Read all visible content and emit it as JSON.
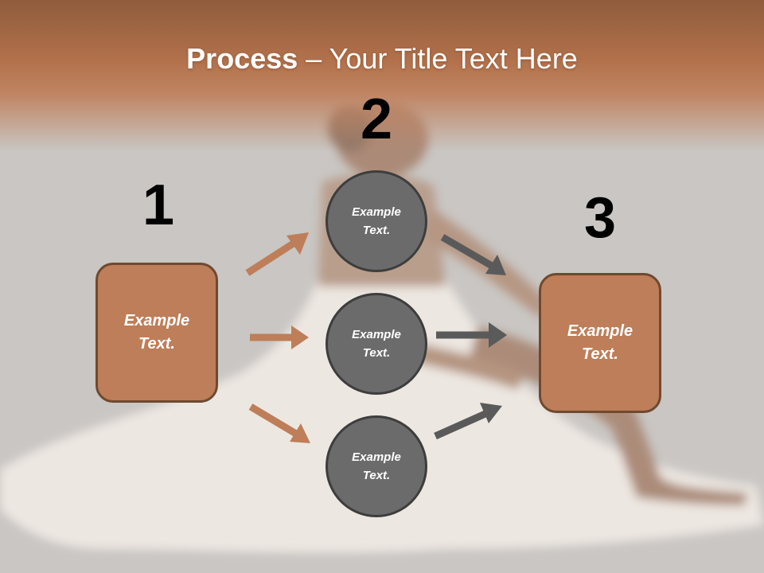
{
  "title": {
    "bold": "Process",
    "rest": " – Your Title Text Here"
  },
  "steps": {
    "one": "1",
    "two": "2",
    "three": "3"
  },
  "left_box": {
    "line1": "Example",
    "line2": "Text."
  },
  "circles": [
    {
      "line1": "Example",
      "line2": "Text."
    },
    {
      "line1": "Example",
      "line2": "Text."
    },
    {
      "line1": "Example",
      "line2": "Text."
    }
  ],
  "right_box": {
    "line1": "Example",
    "line2": "Text."
  },
  "colors": {
    "accent": "#bd7e59",
    "accent_border": "#6f4930",
    "circle_fill": "#6b6b6b",
    "circle_border": "#3d3d3d",
    "arrow_brown": "#bd7e59",
    "arrow_gray": "#5a5a5a"
  }
}
